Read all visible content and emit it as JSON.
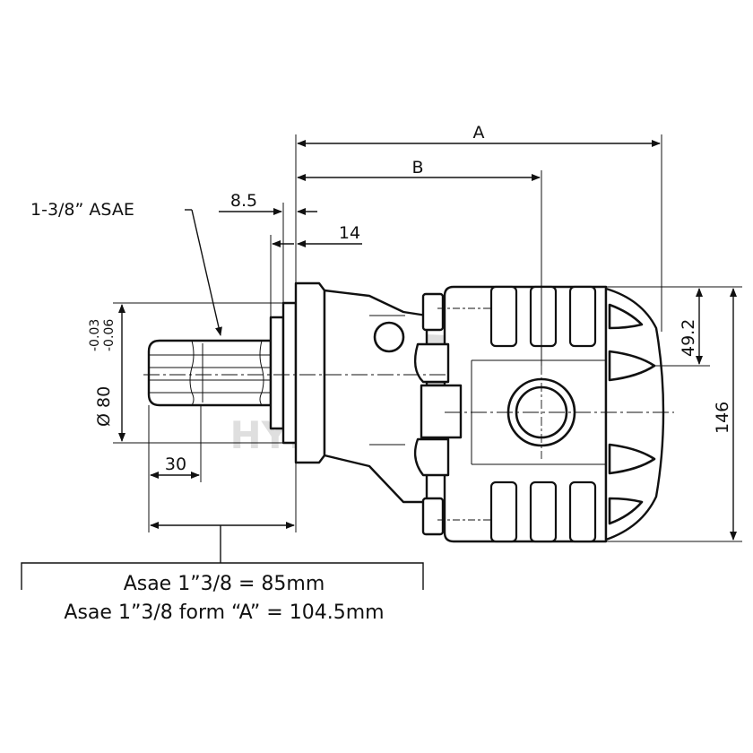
{
  "dimensions": {
    "a": "A",
    "b": "B",
    "d8_5": "8.5",
    "d14": "14",
    "d49_2": "49.2",
    "d146": "146",
    "d30": "30",
    "diameter": "Ø 80",
    "tol_upper": "-0.03",
    "tol_lower": "-0.06"
  },
  "callout": {
    "shaft_label": "1-3/8” ASAE"
  },
  "notes": {
    "line1": "Asae 1”3/8 = 85mm",
    "line2": "Asae 1”3/8 form “A” = 104.5mm"
  },
  "watermark": {
    "brand": "HYDROTRUCK"
  }
}
